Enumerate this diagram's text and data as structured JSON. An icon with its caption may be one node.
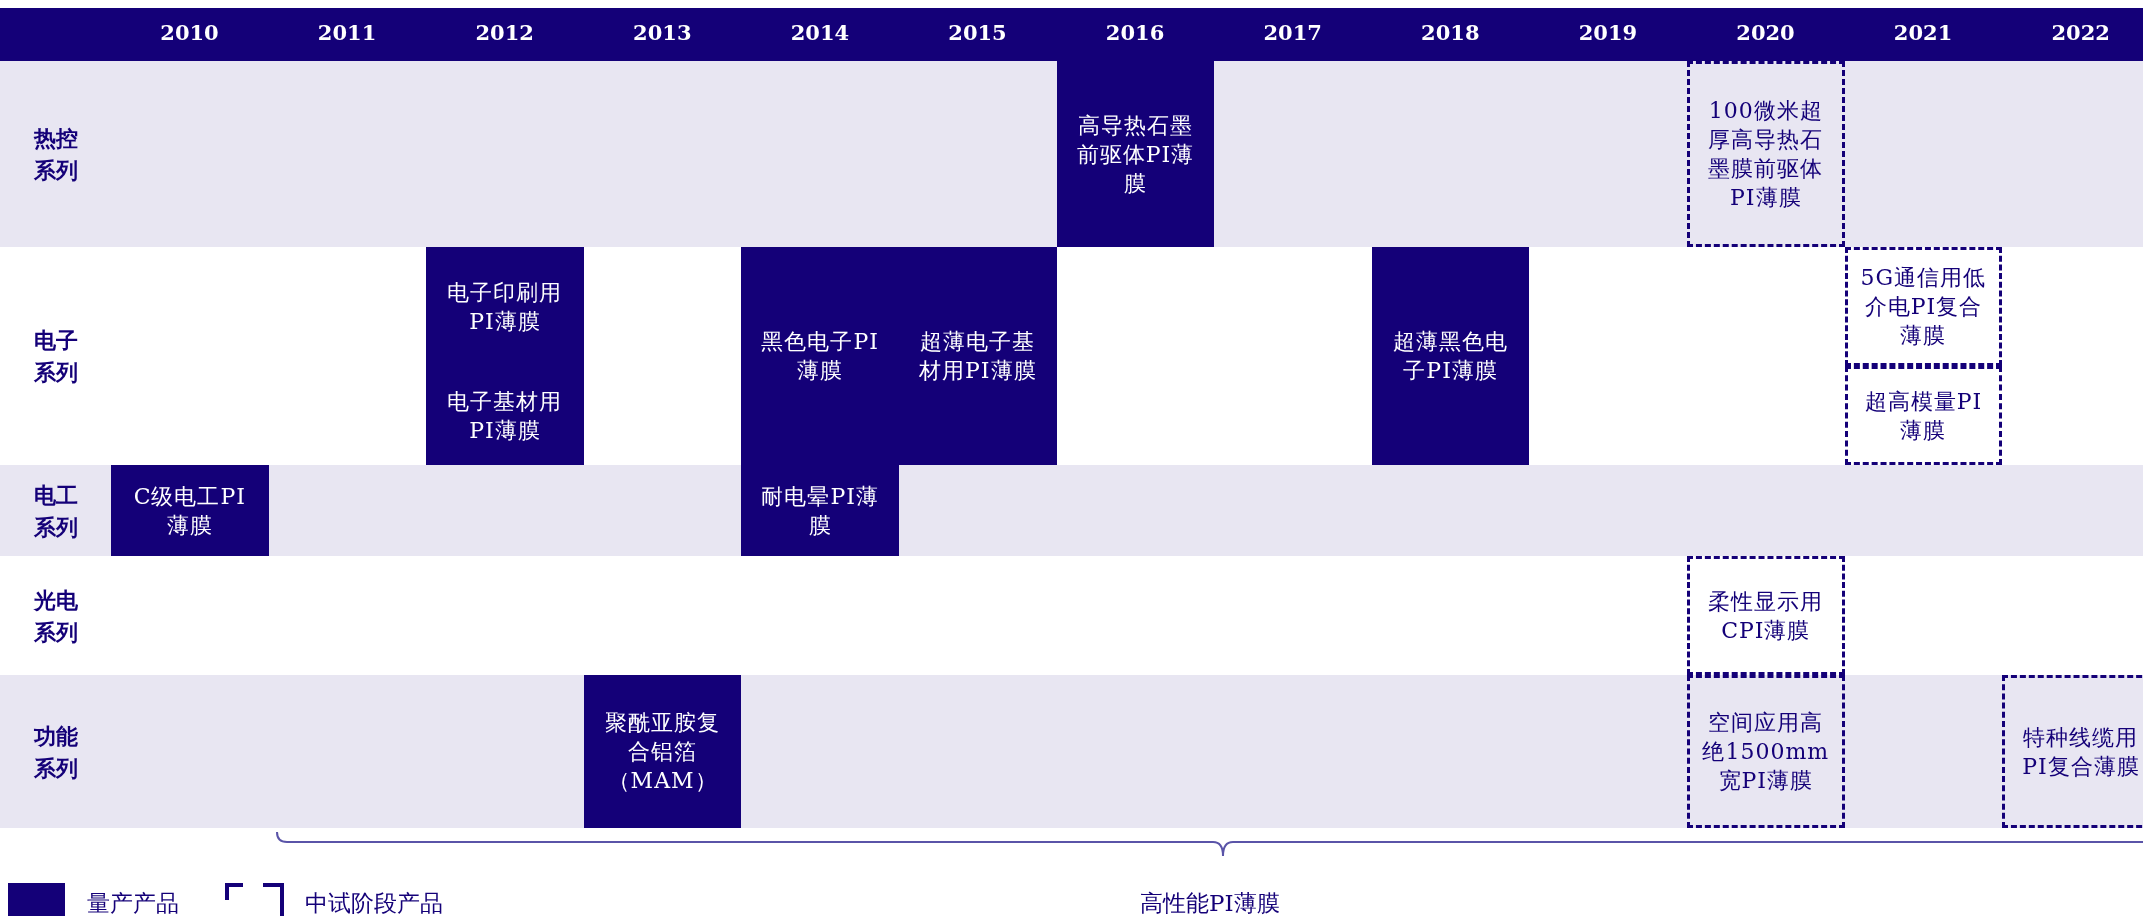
{
  "diagram": {
    "nodes": [
      {
        "text": [
          "高导热石墨前驱体PI薄膜"
        ]
      },
      {
        "text": [
          "100微米超厚高导热石墨膜前驱体PI薄膜"
        ]
      },
      {
        "text": [
          "电子印刷用PI薄膜"
        ]
      },
      {
        "text": [
          "黑色电子PI薄膜"
        ]
      },
      {
        "text": [
          "超薄电子基材用PI薄膜"
        ]
      },
      {
        "text": [
          "超薄黑色电子PI薄膜"
        ]
      },
      {
        "text": [
          "5G通信用低介电PI复合薄膜"
        ]
      },
      {
        "text": [
          "电子基材用PI薄膜"
        ]
      },
      {
        "text": [
          "超高模量PI薄膜"
        ]
      },
      {
        "text": [
          "C级电工PI薄膜"
        ]
      },
      {
        "text": [
          "耐电晕PI薄膜"
        ]
      },
      {
        "text": [
          "柔性显示用CPI薄膜"
        ]
      },
      {
        "text": [
          "聚酰亚胺复合铝箔（MAM）"
        ]
      },
      {
        "text": [
          "空间应用高绝1500mm宽PI薄膜"
        ]
      },
      {
        "text": [
          "特种线缆用PI复合薄膜"
        ]
      }
    ],
    "labels": [
      "2010",
      "2011",
      "2012",
      "2013",
      "2014",
      "2015",
      "2016",
      "2017",
      "2018",
      "2019",
      "2020",
      "2021",
      "2022",
      "热控系列",
      "电子系列",
      "电工系列",
      "光电系列",
      "功能系列",
      "高性能PI薄膜"
    ],
    "legend": [
      {
        "text": "量产产品",
        "color": "#140078"
      },
      {
        "text": "中试阶段产品"
      }
    ]
  }
}
